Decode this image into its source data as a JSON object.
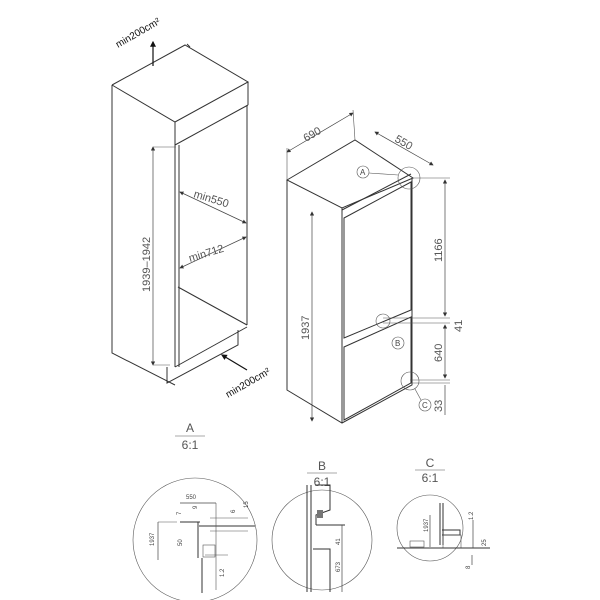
{
  "cabinet": {
    "vent_top": "min200cm²",
    "vent_bottom": "min200cm²",
    "height": "1939–1942",
    "depth": "min550",
    "width": "min712"
  },
  "appliance": {
    "width": "690",
    "depth": "550",
    "height": "1937",
    "upper_door": "1166",
    "gap": "41",
    "lower_door": "640",
    "base": "33",
    "callouts": [
      "A",
      "B",
      "C"
    ]
  },
  "details": [
    {
      "label": "A",
      "scale": "6:1",
      "dims": [
        "550",
        "7",
        "9",
        "6",
        "15",
        "1937",
        "50",
        "1.2"
      ]
    },
    {
      "label": "B",
      "scale": "6:1",
      "dims": [
        "41",
        "673"
      ]
    },
    {
      "label": "C",
      "scale": "6:1",
      "dims": [
        "1937",
        "1.2",
        "25",
        "8"
      ]
    }
  ]
}
